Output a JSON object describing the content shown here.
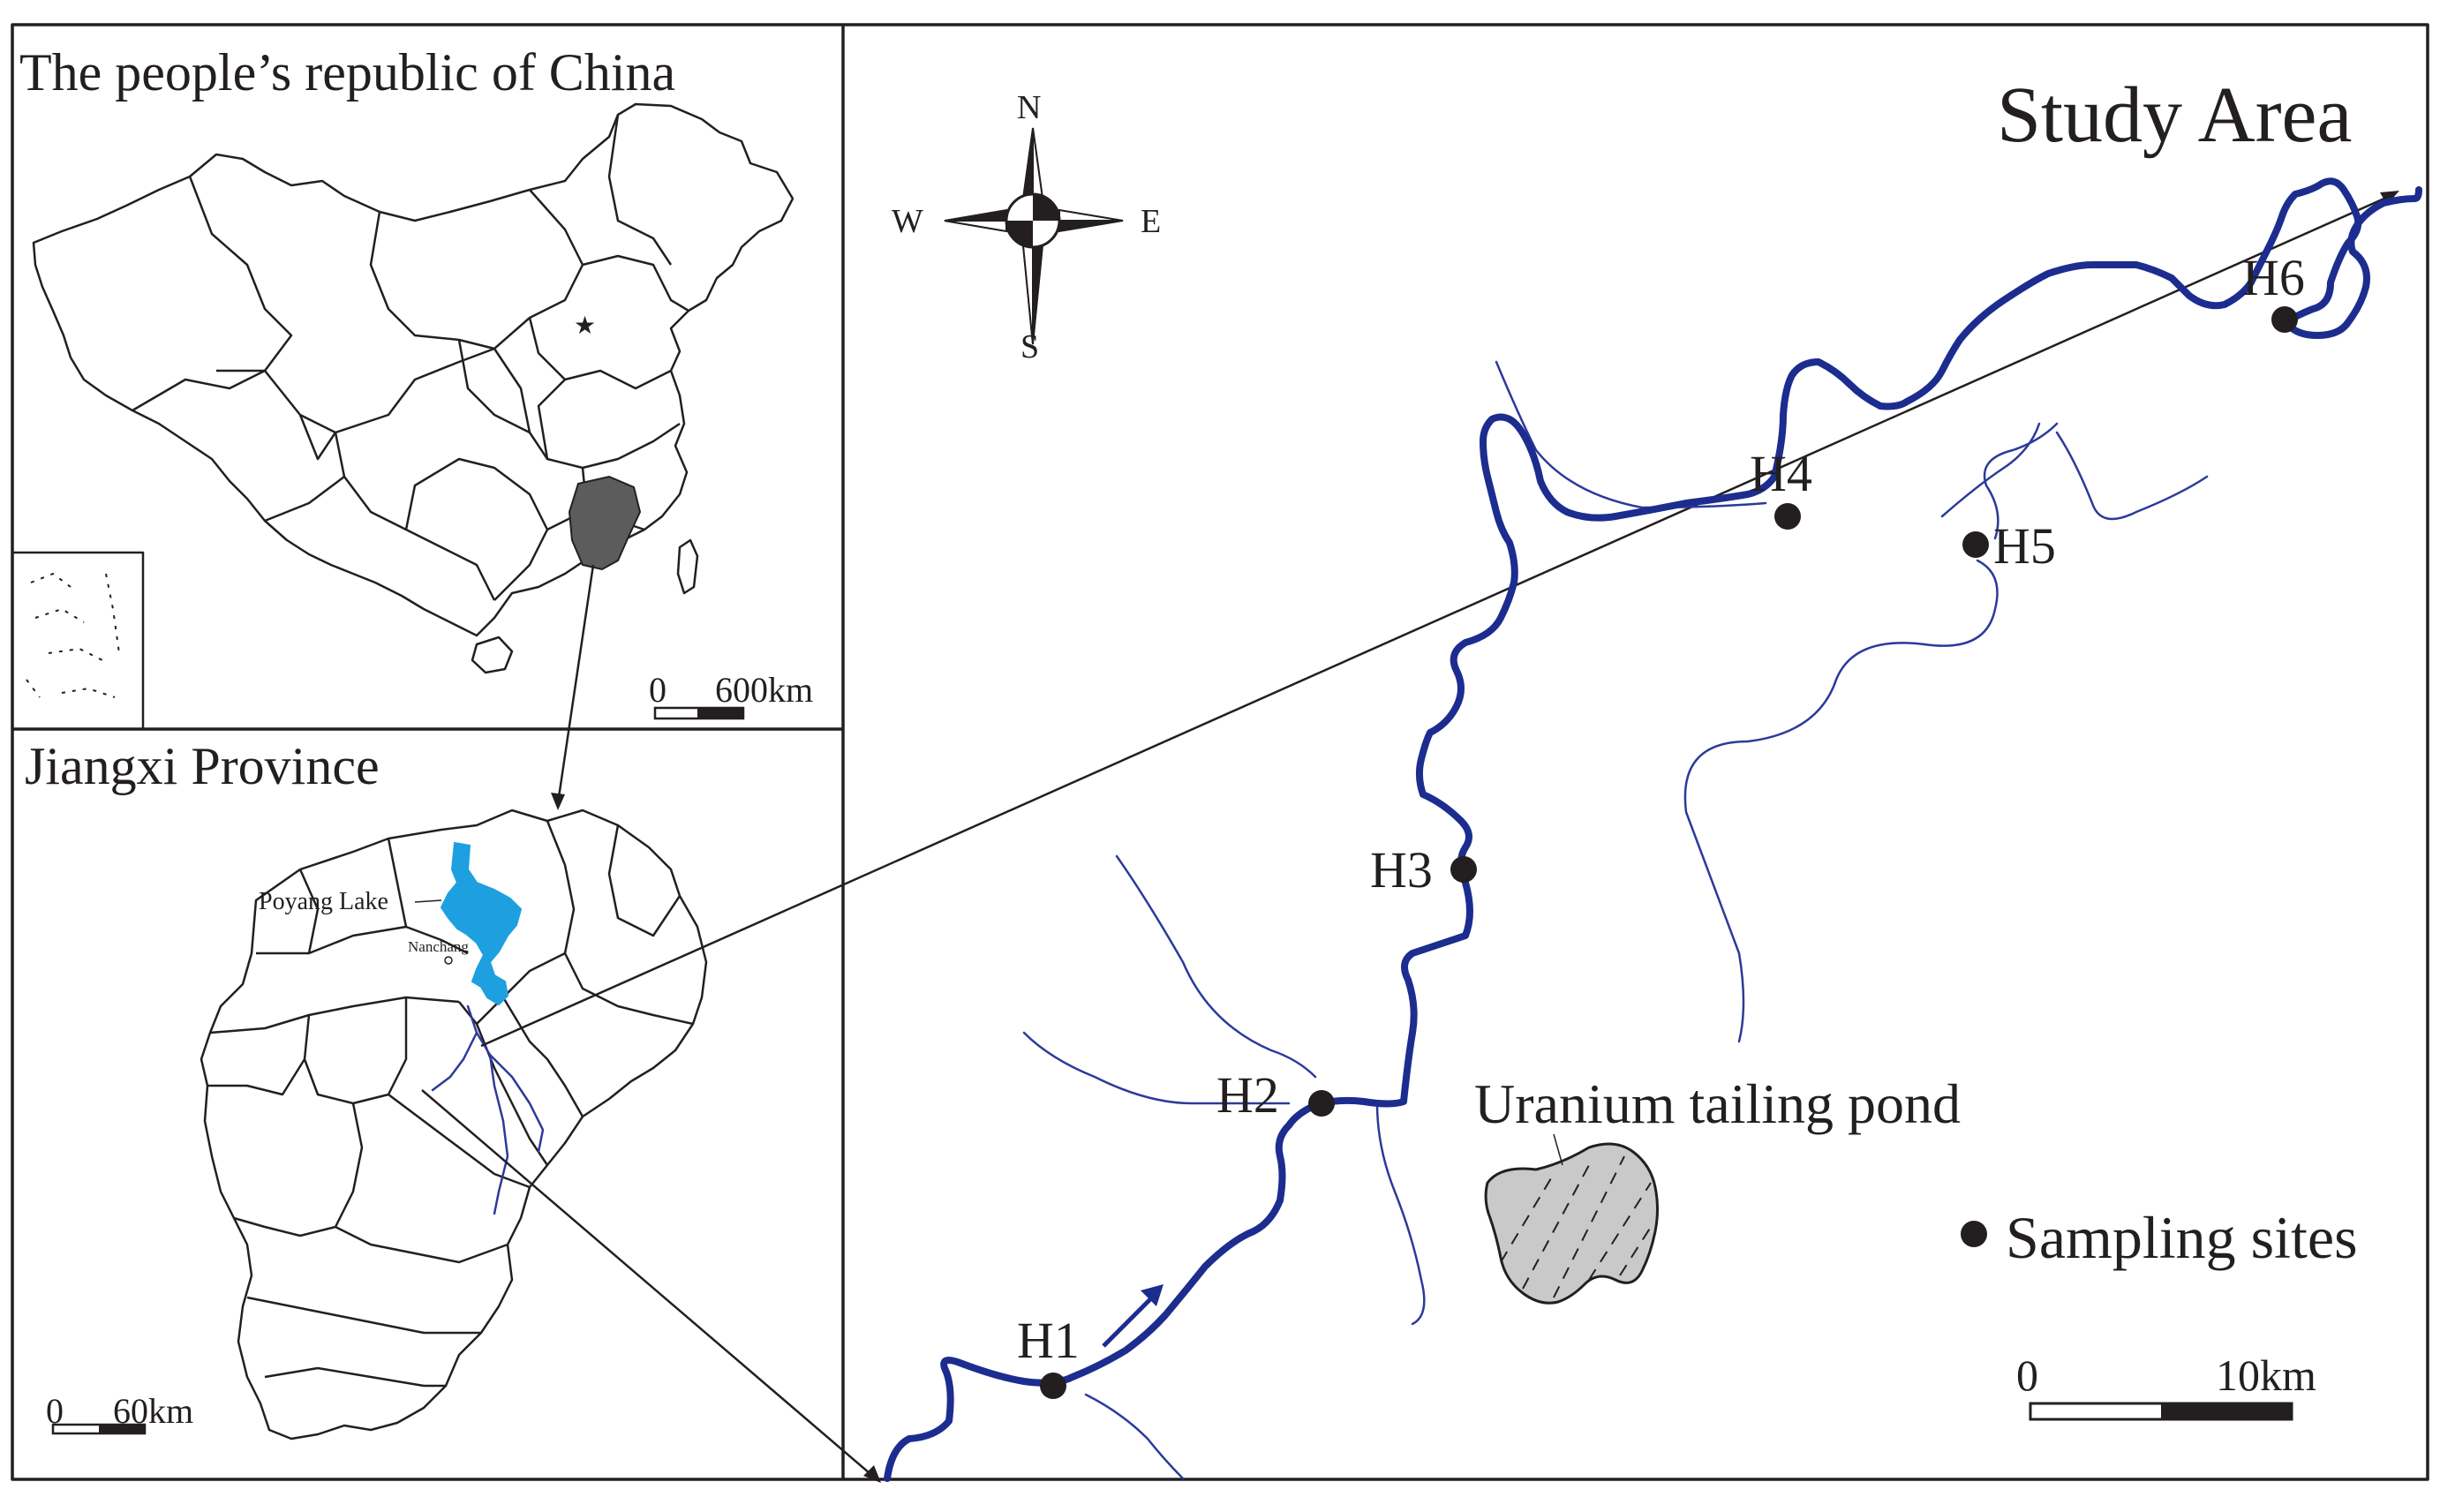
{
  "panels": {
    "china": {
      "title": "The people’s republic of China",
      "scale_zero": "0",
      "scale_end": "600km"
    },
    "jiangxi": {
      "title": "Jiangxi Province",
      "lake_label": "Poyang Lake",
      "city_label": "Nanchang",
      "scale_zero": "0",
      "scale_end": "60km"
    },
    "study": {
      "title": "Study Area",
      "pond_label": "Uranium tailing pond",
      "legend_label": "Sampling sites",
      "scale_zero": "0",
      "scale_end": "10km"
    }
  },
  "compass": {
    "north": "N",
    "south": "S",
    "east": "E",
    "west": "W"
  },
  "sites": [
    {
      "id": "H1",
      "label": "H1"
    },
    {
      "id": "H2",
      "label": "H2"
    },
    {
      "id": "H3",
      "label": "H3"
    },
    {
      "id": "H4",
      "label": "H4"
    },
    {
      "id": "H5",
      "label": "H5"
    },
    {
      "id": "H6",
      "label": "H6"
    }
  ],
  "colors": {
    "main_river": "#1c2d8f",
    "tributary": "#2b3a9a",
    "lake": "#1ea0e0",
    "province_highlight": "#5c5c5c",
    "pond_fill": "#c9c9c9",
    "ink": "#231f20"
  },
  "icons": {
    "capital": "star-icon",
    "compass": "compass-rose-icon"
  }
}
